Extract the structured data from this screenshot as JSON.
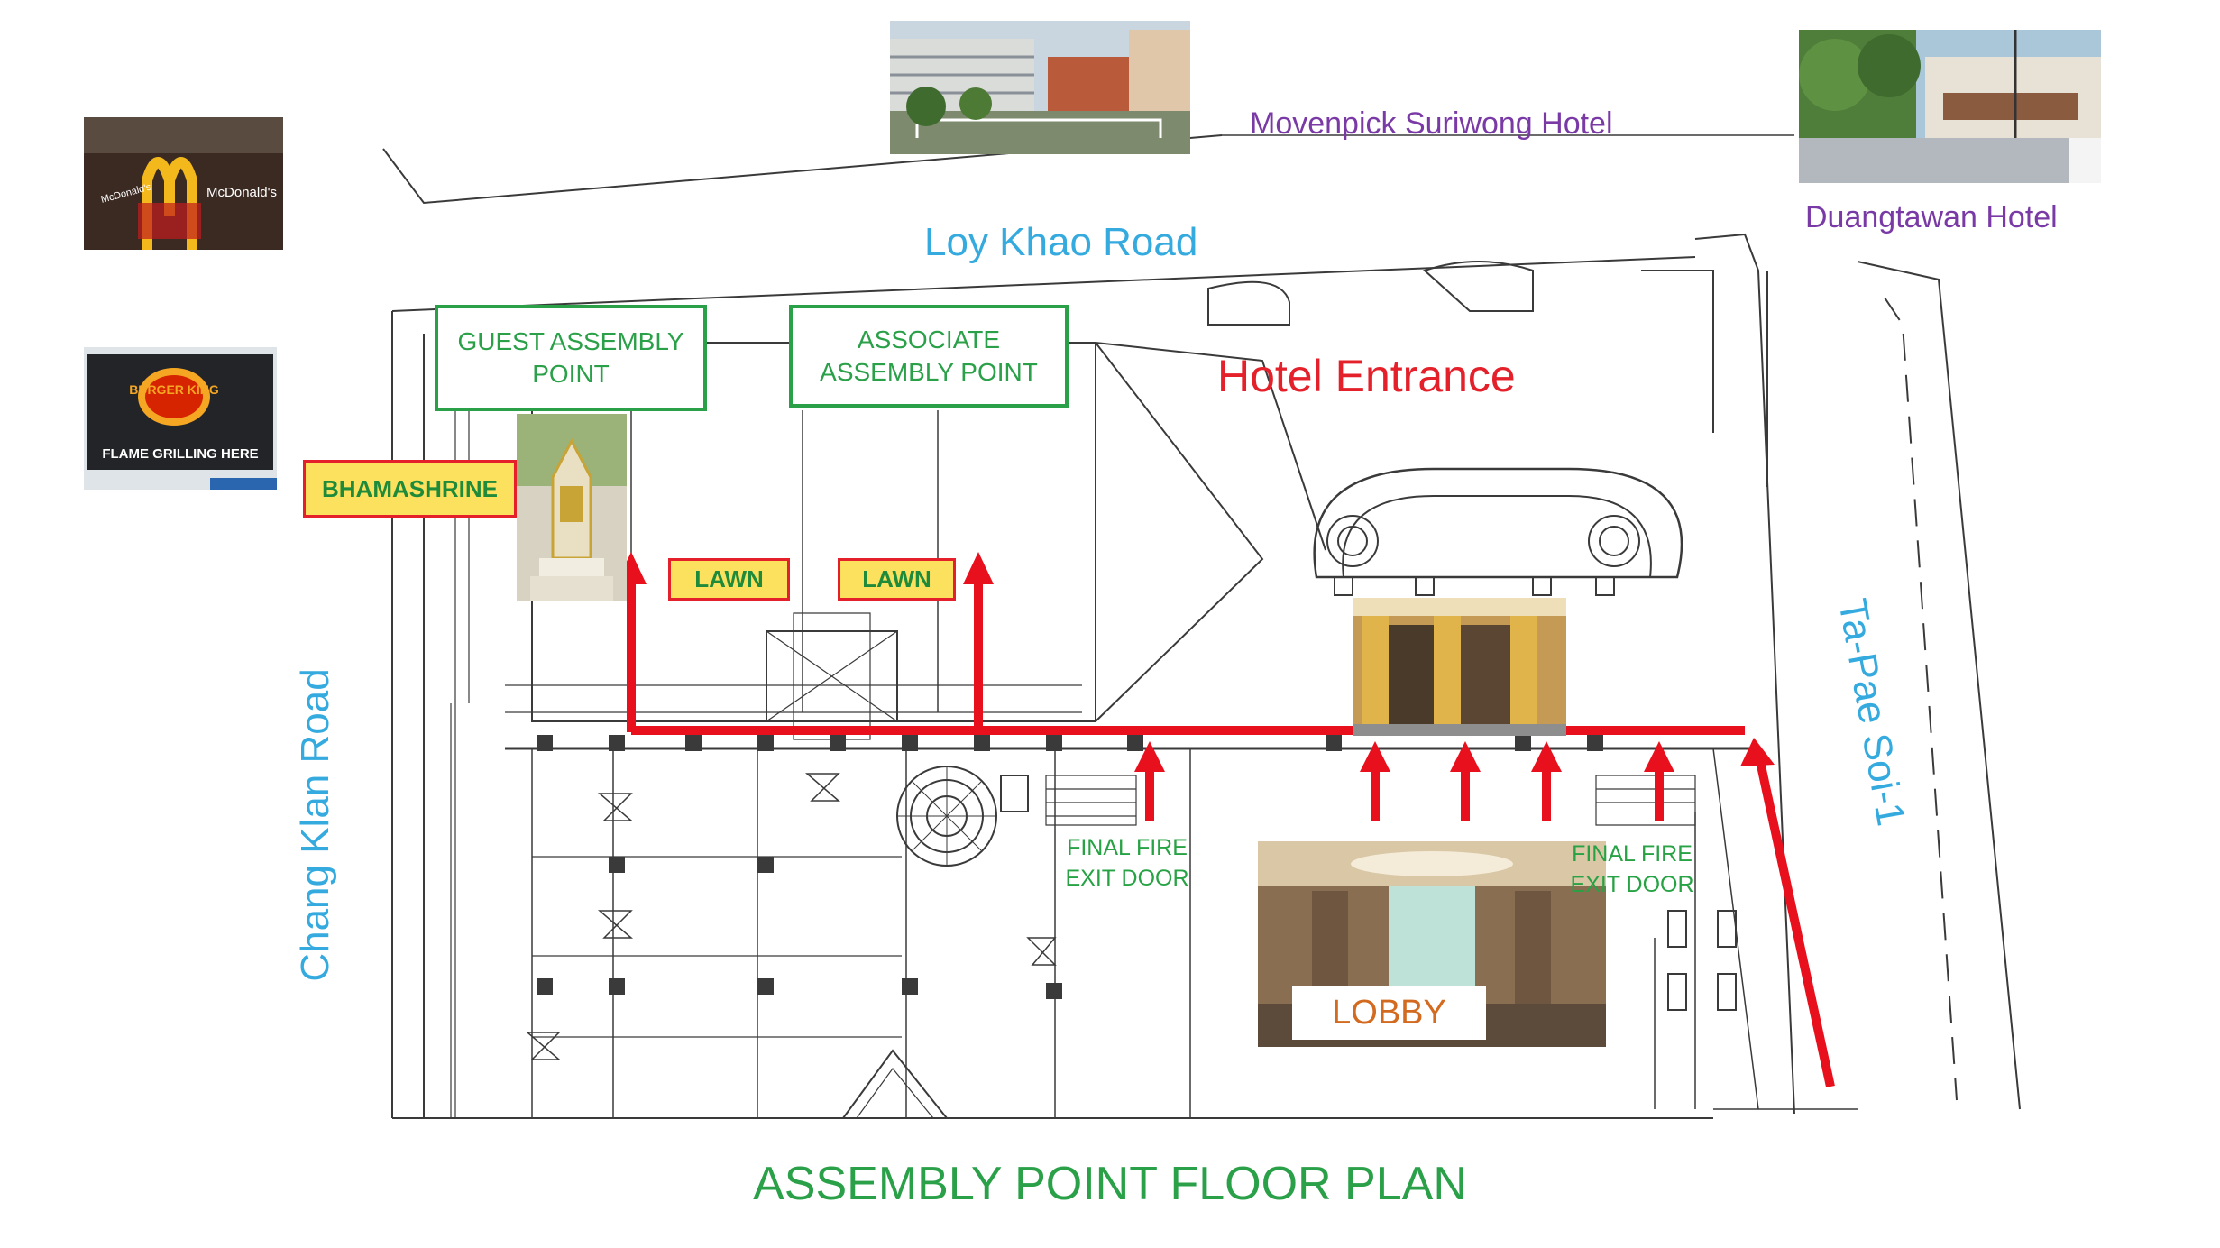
{
  "landmarks": {
    "movenpick": "Movenpick Suriwong Hotel",
    "duangtawan": "Duangtawan Hotel"
  },
  "roads": {
    "loy_khao": "Loy Khao Road",
    "chang_klan": "Chang Klan Road",
    "ta_pae": "Ta-Pae Soi-1"
  },
  "entrance": "Hotel Entrance",
  "assembly": {
    "guest": "GUEST ASSEMBLY POINT",
    "associate": "ASSOCIATE ASSEMBLY POINT"
  },
  "places": {
    "shrine": "BHAMASHRINE",
    "lawn_1": "LAWN",
    "lawn_2": "LAWN",
    "lobby": "LOBBY"
  },
  "exits": {
    "left": "FINAL FIRE EXIT DOOR",
    "right": "FINAL FIRE EXIT DOOR"
  },
  "footer": "ASSEMBLY POINT FLOOR PLAN",
  "logos": {
    "mcdonalds": "McDonald's",
    "burger_king": "BURGER KING",
    "bk_sign": "FLAME GRILLING HERE"
  },
  "colors": {
    "route": "#e8101c",
    "assembly_green": "#2aa048",
    "road_blue": "#35aadf",
    "hotel_purple": "#7a3aa6",
    "tag_yellow": "#fbe15e"
  }
}
